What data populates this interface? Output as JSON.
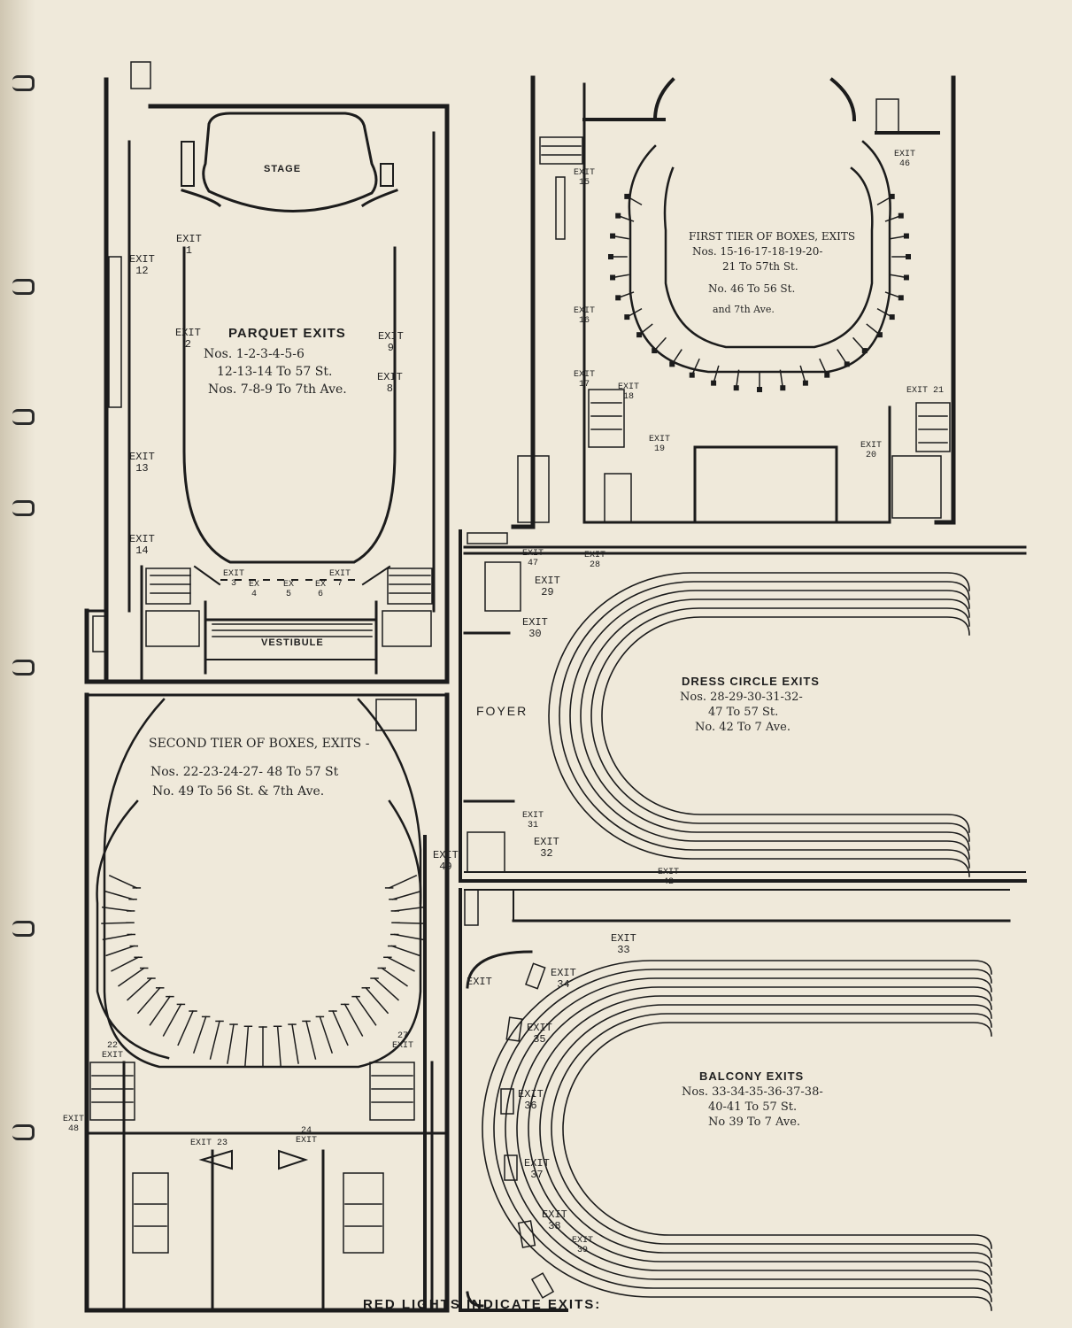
{
  "footer": "RED LIGHTS INDICATE EXITS:",
  "rooms": {
    "stage": "STAGE",
    "vestibule": "VESTIBULE",
    "foyer": "FOYER"
  },
  "sections": {
    "parquet": {
      "title": "PARQUET EXITS",
      "lines": [
        "Nos. 1-2-3-4-5-6",
        "12-13-14 To 57 St.",
        "Nos. 7-8-9 To 7th Ave."
      ]
    },
    "first_tier": {
      "title": "FIRST TIER OF BOXES, EXITS",
      "lines": [
        "Nos. 15-16-17-18-19-20-",
        "21 To 57th St.",
        "No. 46 To 56 St.",
        "and 7th Ave."
      ]
    },
    "second_tier": {
      "title": "SECOND TIER OF BOXES, EXITS -",
      "lines": [
        "Nos. 22-23-24-27- 48 To 57 St",
        "No. 49 To 56 St. & 7th Ave."
      ]
    },
    "dress_circle": {
      "title": "DRESS CIRCLE EXITS",
      "lines": [
        "Nos. 28-29-30-31-32-",
        "47 To 57 St.",
        "No. 42 To 7 Ave."
      ]
    },
    "balcony": {
      "title": "BALCONY EXITS",
      "lines": [
        "Nos. 33-34-35-36-37-38-",
        "40-41 To 57 St.",
        "No 39 To 7 Ave."
      ]
    }
  },
  "exit_labels": [
    "EXIT\n1",
    "EXIT\n2",
    "EXIT\n3",
    "EX\n4",
    "EX\n5",
    "EX\n6",
    "EXIT\n7",
    "EXIT\n8",
    "EXIT\n9",
    "EXIT\n12",
    "EXIT\n13",
    "EXIT\n14",
    "EXIT\n15",
    "EXIT\n16",
    "EXIT\n17",
    "EXIT\n18",
    "EXIT\n19",
    "EXIT\n20",
    "EXIT 21",
    "EXIT\n46",
    "22\nEXIT",
    "EXIT 23",
    "24\nEXIT",
    "27\nEXIT",
    "EXIT\n48",
    "EXIT\n49",
    "EXIT\n47",
    "EXIT\n28",
    "EXIT\n29",
    "EXIT\n30",
    "EXIT\n31",
    "EXIT\n32",
    "EXIT\n42",
    "EXIT\n33",
    "EXIT\n34",
    "EXIT\n35",
    "EXIT\n36",
    "EXIT\n37",
    "EXIT\n38",
    "EXIT\n39",
    "EXIT"
  ]
}
